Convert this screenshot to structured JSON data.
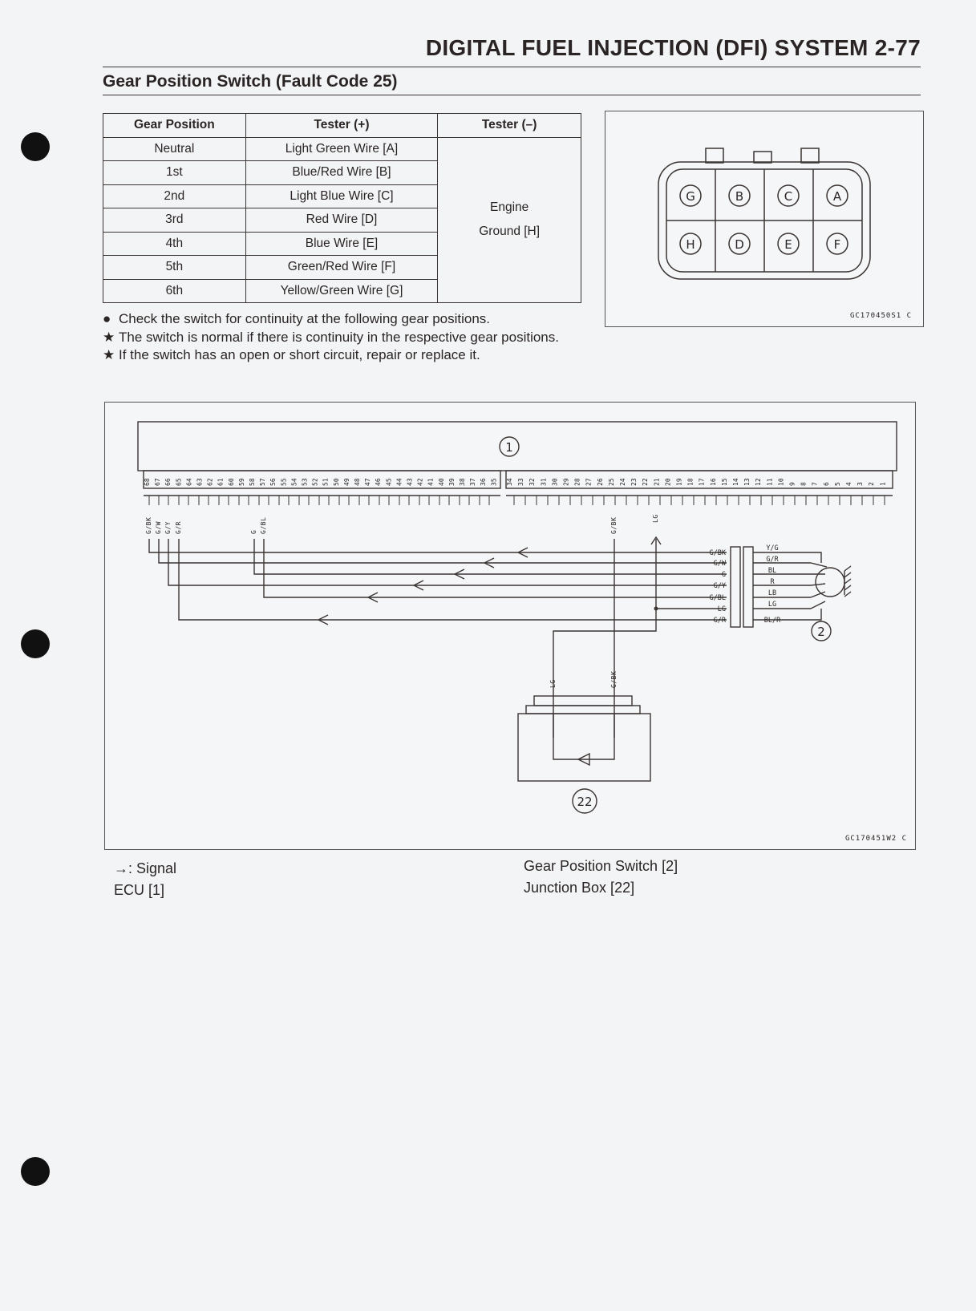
{
  "header": {
    "title": "DIGITAL FUEL INJECTION (DFI) SYSTEM 2-77",
    "section_title": "Gear Position Switch (Fault Code 25)"
  },
  "table": {
    "headers": [
      "Gear Position",
      "Tester (+)",
      "Tester (–)"
    ],
    "rows": [
      [
        "Neutral",
        "Light Green Wire [A]"
      ],
      [
        "1st",
        "Blue/Red Wire [B]"
      ],
      [
        "2nd",
        "Light Blue Wire [C]"
      ],
      [
        "3rd",
        "Red Wire [D]"
      ],
      [
        "4th",
        "Blue Wire [E]"
      ],
      [
        "5th",
        "Green/Red Wire [F]"
      ],
      [
        "6th",
        "Yellow/Green Wire [G]"
      ]
    ],
    "ground_line1": "Engine",
    "ground_line2": "Ground [H]"
  },
  "connector": {
    "top_row": [
      "G",
      "B",
      "C",
      "A"
    ],
    "bottom_row": [
      "H",
      "D",
      "E",
      "F"
    ],
    "code": "GC170450S1 C"
  },
  "notes": [
    {
      "marker": "●",
      "text": "Check the switch for continuity at the following gear positions."
    },
    {
      "marker": "★",
      "text": "The switch is normal if there is continuity in the respective gear positions."
    },
    {
      "marker": "★",
      "text": "If the switch has an open or short circuit, repair or replace it."
    }
  ],
  "diagram": {
    "ecu_label": "1",
    "switch_label": "2",
    "junction_label": "22",
    "code": "GC170451W2 C",
    "pins_left": [
      "68",
      "67",
      "66",
      "65",
      "64",
      "63",
      "62",
      "61",
      "60",
      "59",
      "58",
      "57",
      "56",
      "55",
      "54",
      "53",
      "52",
      "51",
      "50",
      "49",
      "48",
      "47",
      "46",
      "45",
      "44",
      "43",
      "42",
      "41",
      "40",
      "39",
      "38",
      "37",
      "36",
      "35"
    ],
    "pins_right": [
      "34",
      "33",
      "32",
      "31",
      "30",
      "29",
      "28",
      "27",
      "26",
      "25",
      "24",
      "23",
      "22",
      "21",
      "20",
      "19",
      "18",
      "17",
      "16",
      "15",
      "14",
      "13",
      "12",
      "11",
      "10",
      "9",
      "8",
      "7",
      "6",
      "5",
      "4",
      "3",
      "2",
      "1"
    ],
    "ecu_wires": [
      "G/BK",
      "G/W",
      "G/Y",
      "G/R",
      "G",
      "G/BL",
      "G/BK",
      "LG"
    ],
    "jb_wires": [
      "LG",
      "G/BK"
    ],
    "conn_left_labels": [
      "G/BK",
      "G/W",
      "G",
      "G/Y",
      "G/BL",
      "LG",
      "G/R"
    ],
    "conn_right_labels": [
      "Y/G",
      "G/R",
      "BL",
      "R",
      "LB",
      "LG",
      "BL/R"
    ]
  },
  "legend": {
    "signal": "→: Signal",
    "ecu": "ECU [1]",
    "switch": "Gear Position Switch [2]",
    "junction": "Junction Box [22]"
  }
}
